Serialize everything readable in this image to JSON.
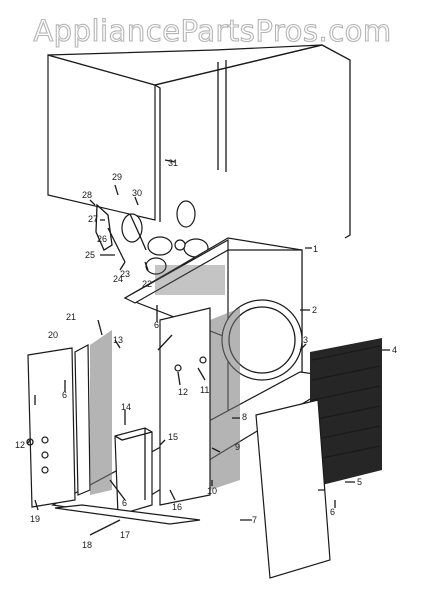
{
  "watermark": "AppliancePartsPros.com",
  "callouts": [
    "1",
    "2",
    "3",
    "4",
    "5",
    "6",
    "6",
    "6",
    "6",
    "7",
    "8",
    "9",
    "10",
    "11",
    "12",
    "12",
    "13",
    "14",
    "15",
    "16",
    "17",
    "18",
    "19",
    "20",
    "21",
    "22",
    "23",
    "24",
    "25",
    "26",
    "27",
    "28",
    "29",
    "30",
    "31"
  ]
}
